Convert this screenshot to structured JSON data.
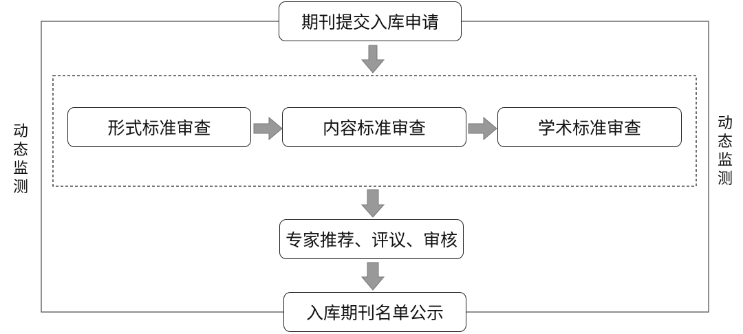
{
  "nodes": {
    "submit": "期刊提交入库申请",
    "formal_review": "形式标准审查",
    "content_review": "内容标准审查",
    "academic_review": "学术标准审查",
    "expert_review": "专家推荐、评议、审核",
    "publish": "入库期刊名单公示"
  },
  "side_labels": {
    "left": "动态监测",
    "right": "动态监测"
  },
  "colors": {
    "line": "#555555",
    "box_border": "#222222",
    "arrow_fill": "#999999",
    "arrow_stroke": "#777777"
  }
}
